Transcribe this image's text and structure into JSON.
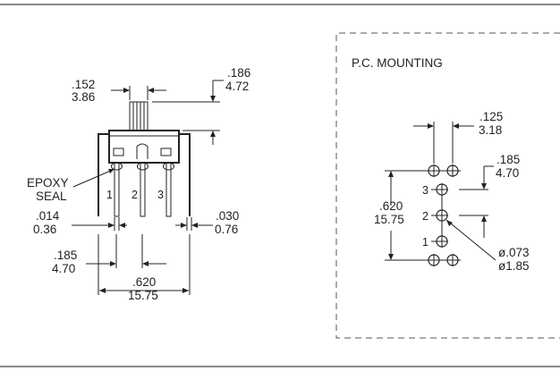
{
  "side_view": {
    "actuator_width": {
      "inch": ".152",
      "mm": "3.86"
    },
    "actuator_height": {
      "inch": ".186",
      "mm": "4.72"
    },
    "epoxy_seal_label": [
      "EPOXY",
      "SEAL"
    ],
    "pin_numbers": [
      "1",
      "2",
      "3"
    ],
    "pin_thickness": {
      "inch": ".014",
      "mm": "0.36"
    },
    "pin_width": {
      "inch": ".030",
      "mm": "0.76"
    },
    "pin_spacing": {
      "inch": ".185",
      "mm": "4.70"
    },
    "overall_width": {
      "inch": ".620",
      "mm": "15.75"
    }
  },
  "pc_mounting": {
    "title": "P.C. MOUNTING",
    "hole_pitch": {
      "inch": ".125",
      "mm": "3.18"
    },
    "row_spacing": {
      "inch": ".185",
      "mm": "4.70"
    },
    "overall_span": {
      "inch": ".620",
      "mm": "15.75"
    },
    "pin_numbers": [
      "3",
      "2",
      "1"
    ],
    "hole_diameter": {
      "inch": "ø.073",
      "mm": "ø1.85"
    }
  }
}
